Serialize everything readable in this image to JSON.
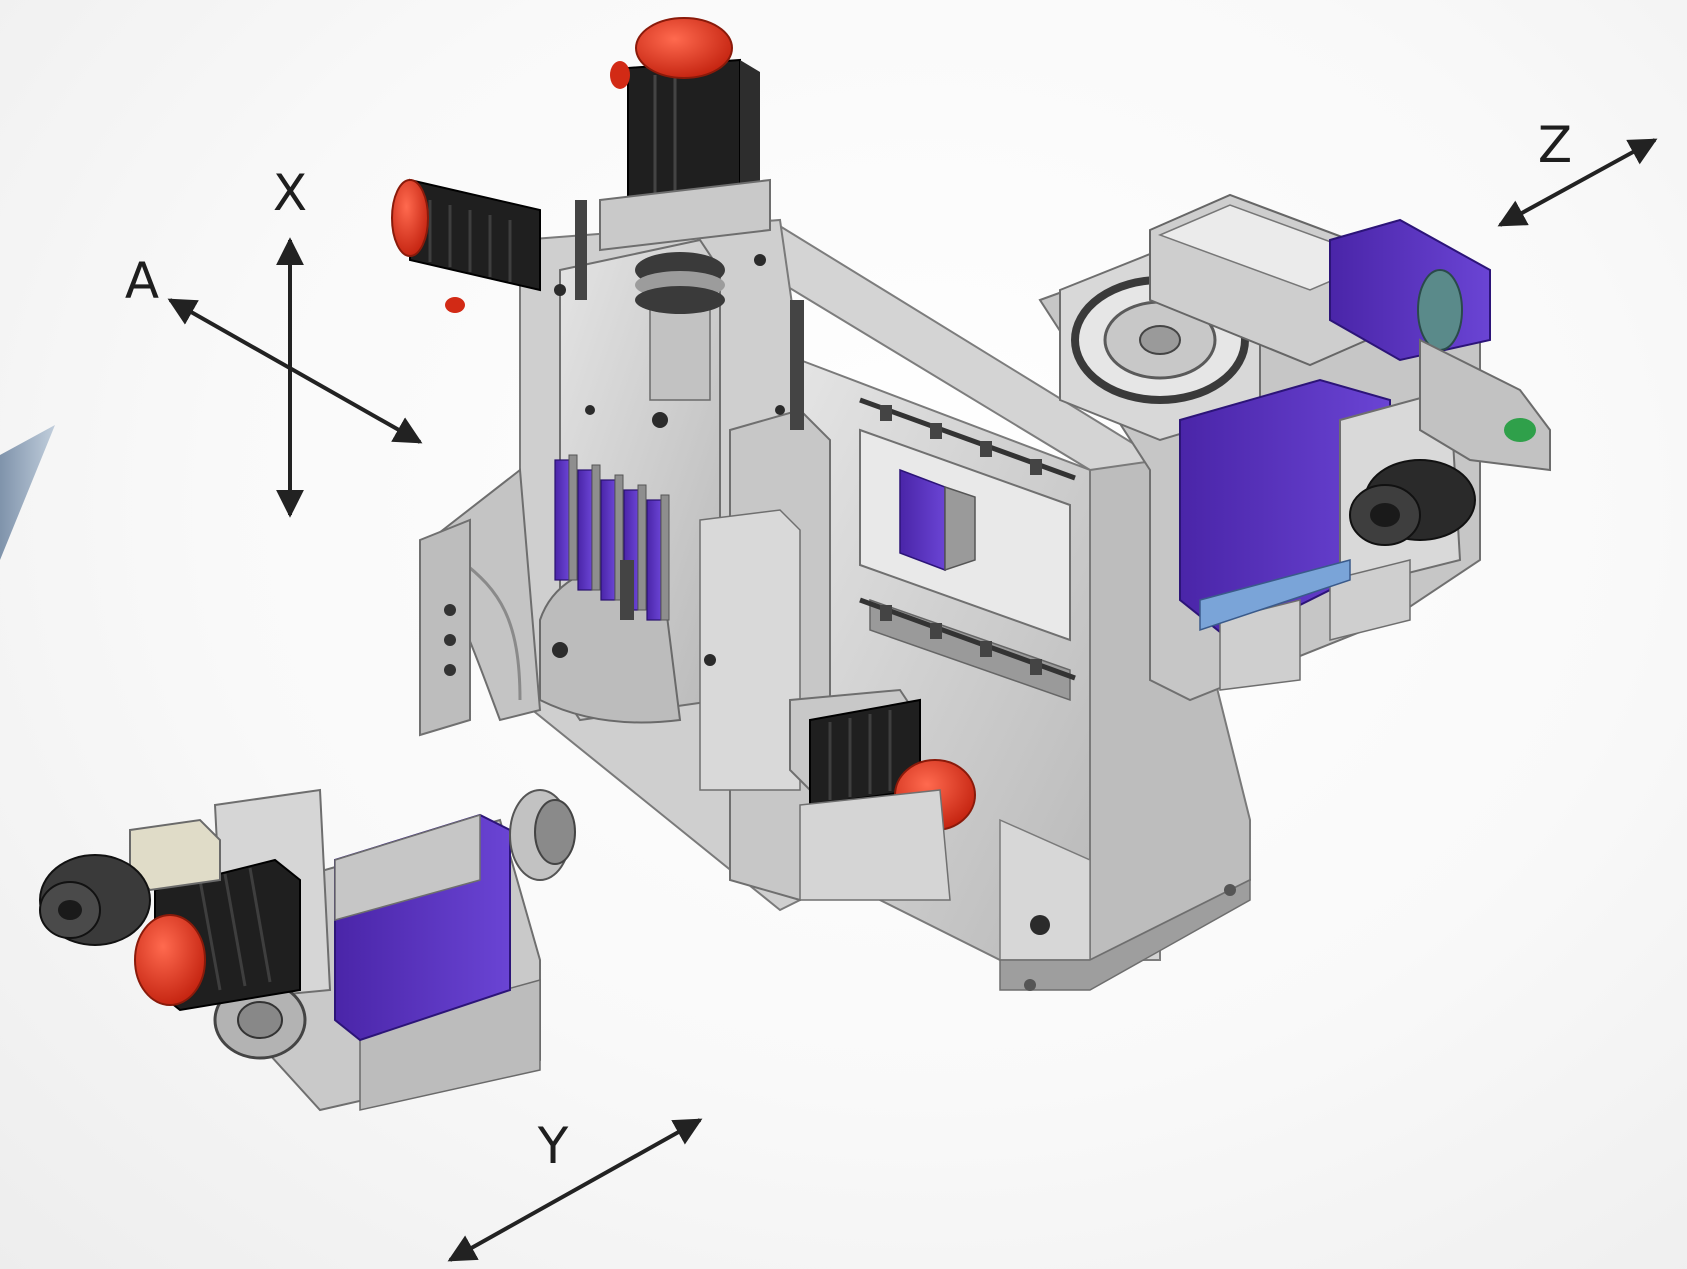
{
  "axes": {
    "x": "X",
    "a": "A",
    "z": "Z",
    "y": "Y"
  },
  "colors": {
    "background": "#f7f7f7",
    "frame": "#c9c9c9",
    "frame_shadow": "#9a9a9a",
    "frame_highlight": "#e2e2e2",
    "accent_purple": "#5a31c4",
    "motor_black": "#1c1c1c",
    "motor_cap_red": "#e0321c",
    "backdrop_blue": "#9fb3c9",
    "arrow": "#222222"
  }
}
